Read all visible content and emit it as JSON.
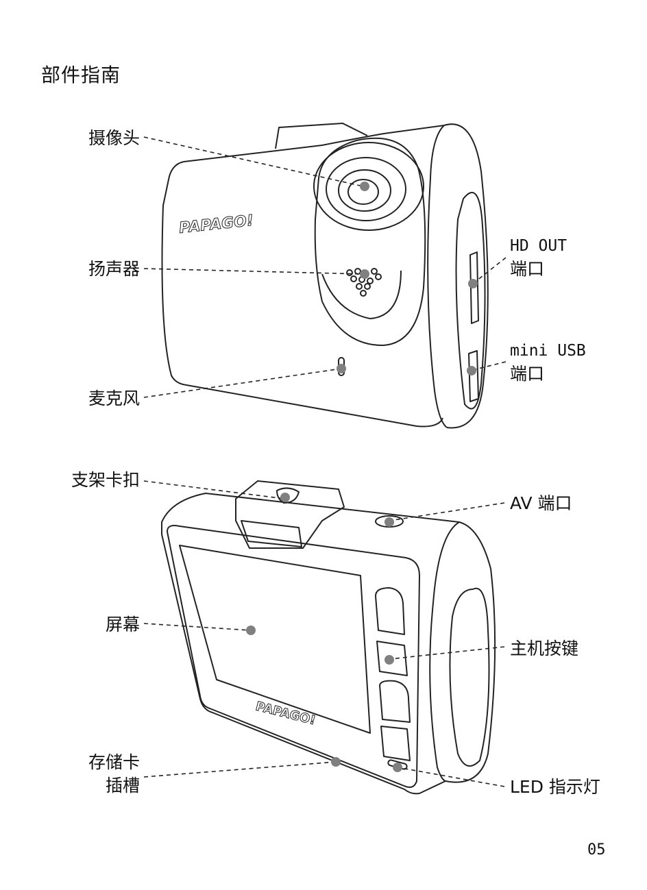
{
  "page": {
    "title": "部件指南",
    "page_number": "05"
  },
  "front_view": {
    "brand_logo": "PAPAGO!",
    "labels": {
      "camera": "摄像头",
      "speaker": "扬声器",
      "microphone": "麦克风",
      "hd_out_line1": "HD OUT",
      "hd_out_line2": "端口",
      "mini_usb_line1": "mini USB",
      "mini_usb_line2": "端口"
    }
  },
  "back_view": {
    "brand_logo": "PAPAGO!",
    "labels": {
      "mount_clip": "支架卡扣",
      "av_port": "AV 端口",
      "screen": "屏幕",
      "main_buttons": "主机按键",
      "sd_slot_line1": "存储卡",
      "sd_slot_line2": "插槽",
      "led": "LED 指示灯"
    }
  },
  "colors": {
    "callout_dot": "#808080",
    "line": "#222222"
  }
}
